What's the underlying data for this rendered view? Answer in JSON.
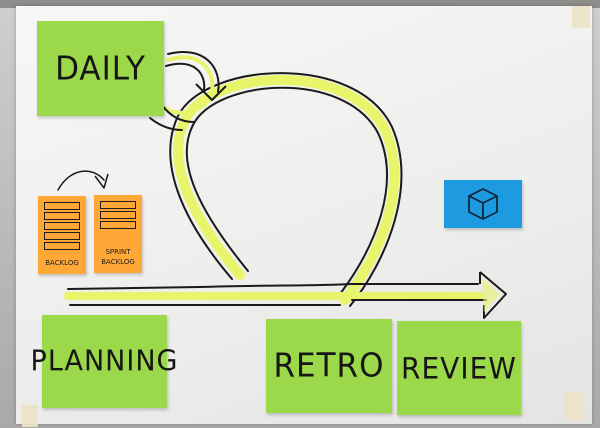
{
  "stickies": {
    "daily": "DAILY",
    "planning": "PLANNING",
    "retro": "RETRO",
    "review": "REVIEW",
    "backlog": "BACKLOG",
    "sprint_backlog_line1": "SPRINT",
    "sprint_backlog_line2": "BACKLOG"
  },
  "icons": {
    "blue_sticky_icon": "cube-icon"
  },
  "colors": {
    "sticky_green": "#9bd84a",
    "sticky_orange": "#ffa838",
    "sticky_blue": "#1e9be0",
    "highlighter": "#e8f46a",
    "ink": "#1a1a1a"
  }
}
